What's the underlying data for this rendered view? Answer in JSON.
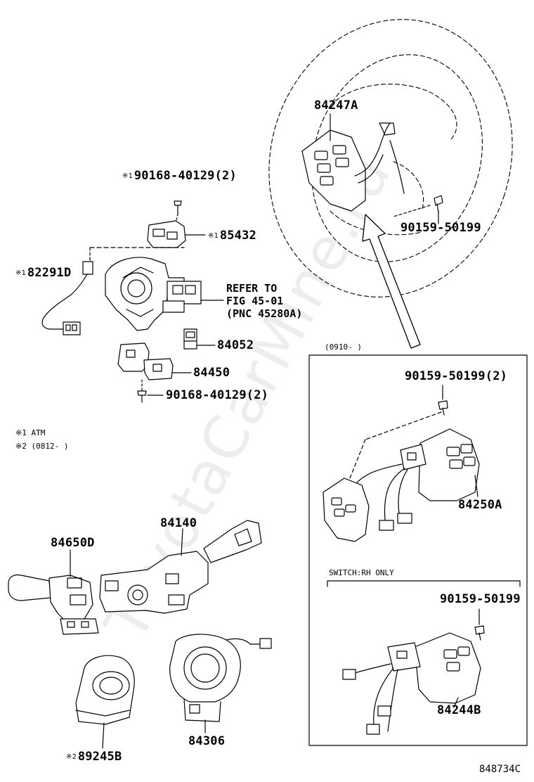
{
  "watermark": "ToyotaCarMine.ru",
  "labels": {
    "p84247a": "84247A",
    "p90159a": "90159-50199",
    "p90168top_mark": "※1",
    "p90168top": "90168-40129(2)",
    "p85432_mark": "※1",
    "p85432": "85432",
    "p82291_mark": "※1",
    "p82291": "82291D",
    "refer_1": "REFER TO",
    "refer_2": "FIG 45-01",
    "refer_3": "(PNC 45280A)",
    "p84052": "84052",
    "p84450": "84450",
    "p90168bot": "90168-40129(2)",
    "note1": "※1  ATM",
    "note2": "※2  (0812-      )",
    "box_date": "(0910-      )",
    "p90159b": "90159-50199(2)",
    "p84250a": "84250A",
    "switch_rh": "SWITCH:RH ONLY",
    "p90159c": "90159-50199",
    "p84244b": "84244B",
    "p84140": "84140",
    "p84650d": "84650D",
    "p84306": "84306",
    "p89245_mark": "※2",
    "p89245": "89245B",
    "fig_code": "848734C"
  }
}
